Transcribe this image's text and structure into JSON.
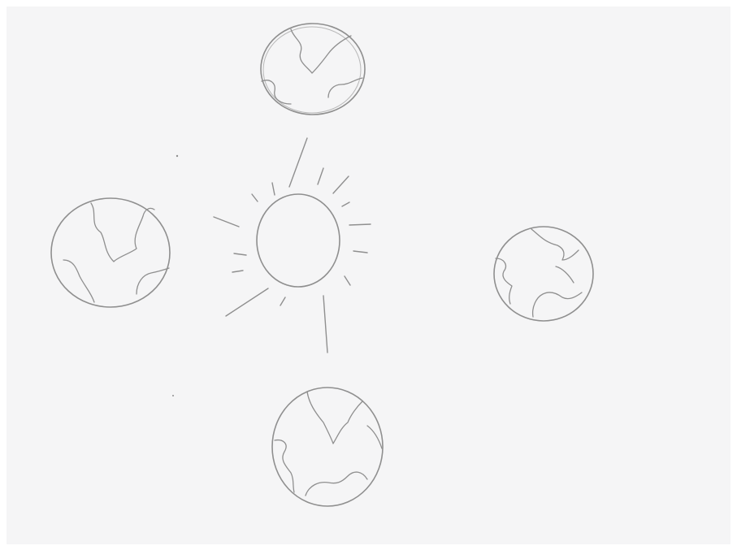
{
  "drawing": {
    "paper_color": "#f5f5f6",
    "pencil_color": "#8f8f8f",
    "border_color": "#ffffff",
    "objects": [
      {
        "kind": "sun",
        "icon": "sun-icon",
        "rays": 15
      },
      {
        "kind": "earth",
        "icon": "globe-icon",
        "label": "top"
      },
      {
        "kind": "earth",
        "icon": "globe-icon",
        "label": "left"
      },
      {
        "kind": "earth",
        "icon": "globe-icon",
        "label": "right"
      },
      {
        "kind": "earth",
        "icon": "globe-icon",
        "label": "bottom"
      }
    ]
  }
}
